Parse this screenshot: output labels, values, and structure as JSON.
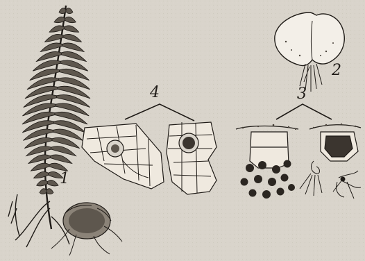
{
  "labels": {
    "fern": "1",
    "prothallus": "2",
    "antheridia": "3",
    "archegonia": "4"
  },
  "colors": {
    "paper": "#d9d4cb",
    "ink": "#1f1b17",
    "ink_light": "#4a433b"
  }
}
